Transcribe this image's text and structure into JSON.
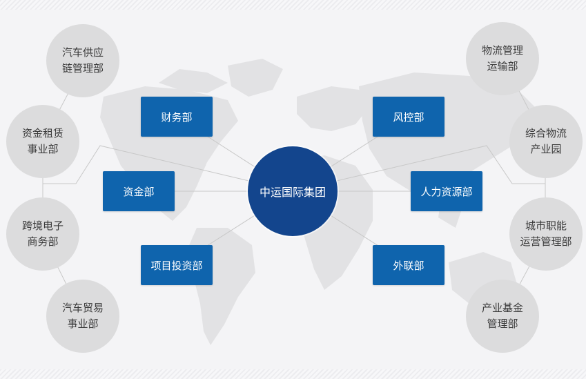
{
  "center": {
    "label": "中运国际集团",
    "color": "#13458d"
  },
  "departments": [
    {
      "label": "财务部"
    },
    {
      "label": "资金部"
    },
    {
      "label": "项目投资部"
    },
    {
      "label": "风控部"
    },
    {
      "label": "人力资源部"
    },
    {
      "label": "外联部"
    }
  ],
  "business_units": [
    {
      "label": "汽车供应\n链管理部"
    },
    {
      "label": "资金租赁\n事业部"
    },
    {
      "label": "跨境电子\n商务部"
    },
    {
      "label": "汽车贸易\n事业部"
    },
    {
      "label": "物流管理\n运输部"
    },
    {
      "label": "综合物流\n产业园"
    },
    {
      "label": "城市职能\n运营管理部"
    },
    {
      "label": "产业基金\n管理部"
    }
  ],
  "colors": {
    "department_box": "#0f64ad",
    "unit_circle": "#dcdcdd",
    "map": "#e2e2e4"
  }
}
